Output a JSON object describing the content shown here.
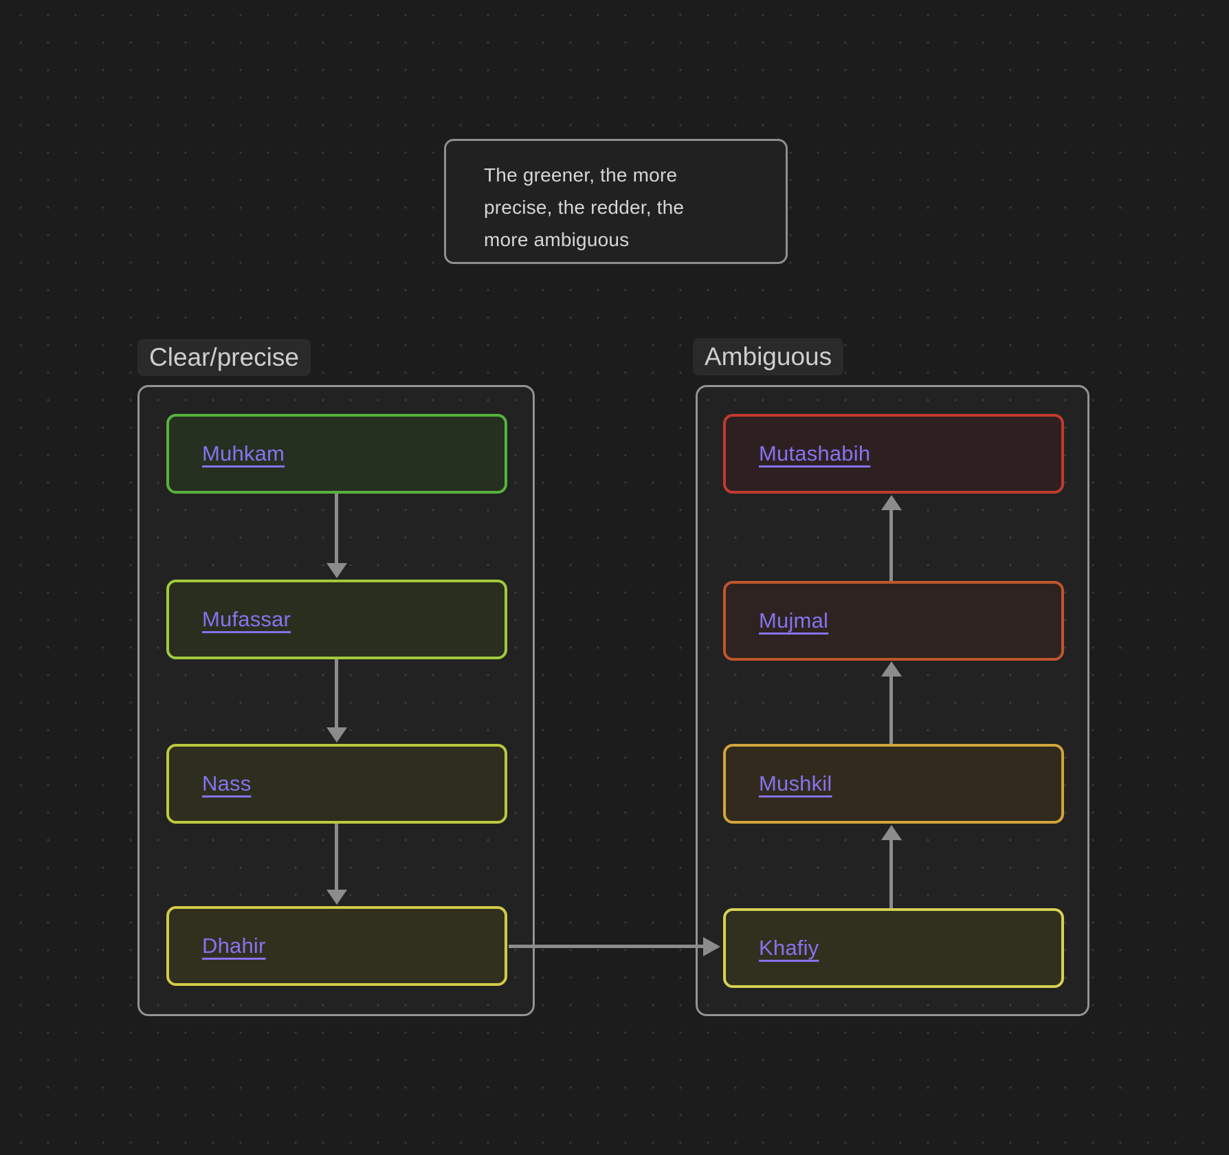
{
  "note": {
    "text": "The greener, the more precise, the redder, the more ambiguous",
    "lines": [
      "The greener, the more",
      "precise, the redder, the",
      "more ambiguous"
    ]
  },
  "groups": [
    {
      "label": "Clear/precise",
      "nodes": [
        {
          "label": "Muhkam",
          "border_color": "#57b23d",
          "bg_color": "#253021"
        },
        {
          "label": "Mufassar",
          "border_color": "#a2c93c",
          "bg_color": "#2a2e1e"
        },
        {
          "label": "Nass",
          "border_color": "#bcc93e",
          "bg_color": "#2d2e1e"
        },
        {
          "label": "Dhahir",
          "border_color": "#d2cb47",
          "bg_color": "#31301f"
        }
      ]
    },
    {
      "label": "Ambiguous",
      "nodes": [
        {
          "label": "Mutashabih",
          "border_color": "#c23b2d",
          "bg_color": "#2e2021"
        },
        {
          "label": "Mujmal",
          "border_color": "#c2552c",
          "bg_color": "#2e2320"
        },
        {
          "label": "Mushkil",
          "border_color": "#d2a43c",
          "bg_color": "#322b1d"
        },
        {
          "label": "Khafiy",
          "border_color": "#d6d152",
          "bg_color": "#31301f"
        }
      ]
    }
  ],
  "edges": [
    {
      "from": "Muhkam",
      "to": "Mufassar"
    },
    {
      "from": "Mufassar",
      "to": "Nass"
    },
    {
      "from": "Nass",
      "to": "Dhahir"
    },
    {
      "from": "Dhahir",
      "to": "Khafiy"
    },
    {
      "from": "Khafiy",
      "to": "Mushkil"
    },
    {
      "from": "Mushkil",
      "to": "Mujmal"
    },
    {
      "from": "Mujmal",
      "to": "Mutashabih"
    }
  ],
  "colors": {
    "canvas_bg": "#1c1c1c",
    "link": "#8673f0",
    "arrow": "#8c8c8c",
    "group_border": "#949494",
    "note_border": "#8f8f8f",
    "note_text": "#d6d6d6",
    "label_text": "#cfcfcf"
  }
}
